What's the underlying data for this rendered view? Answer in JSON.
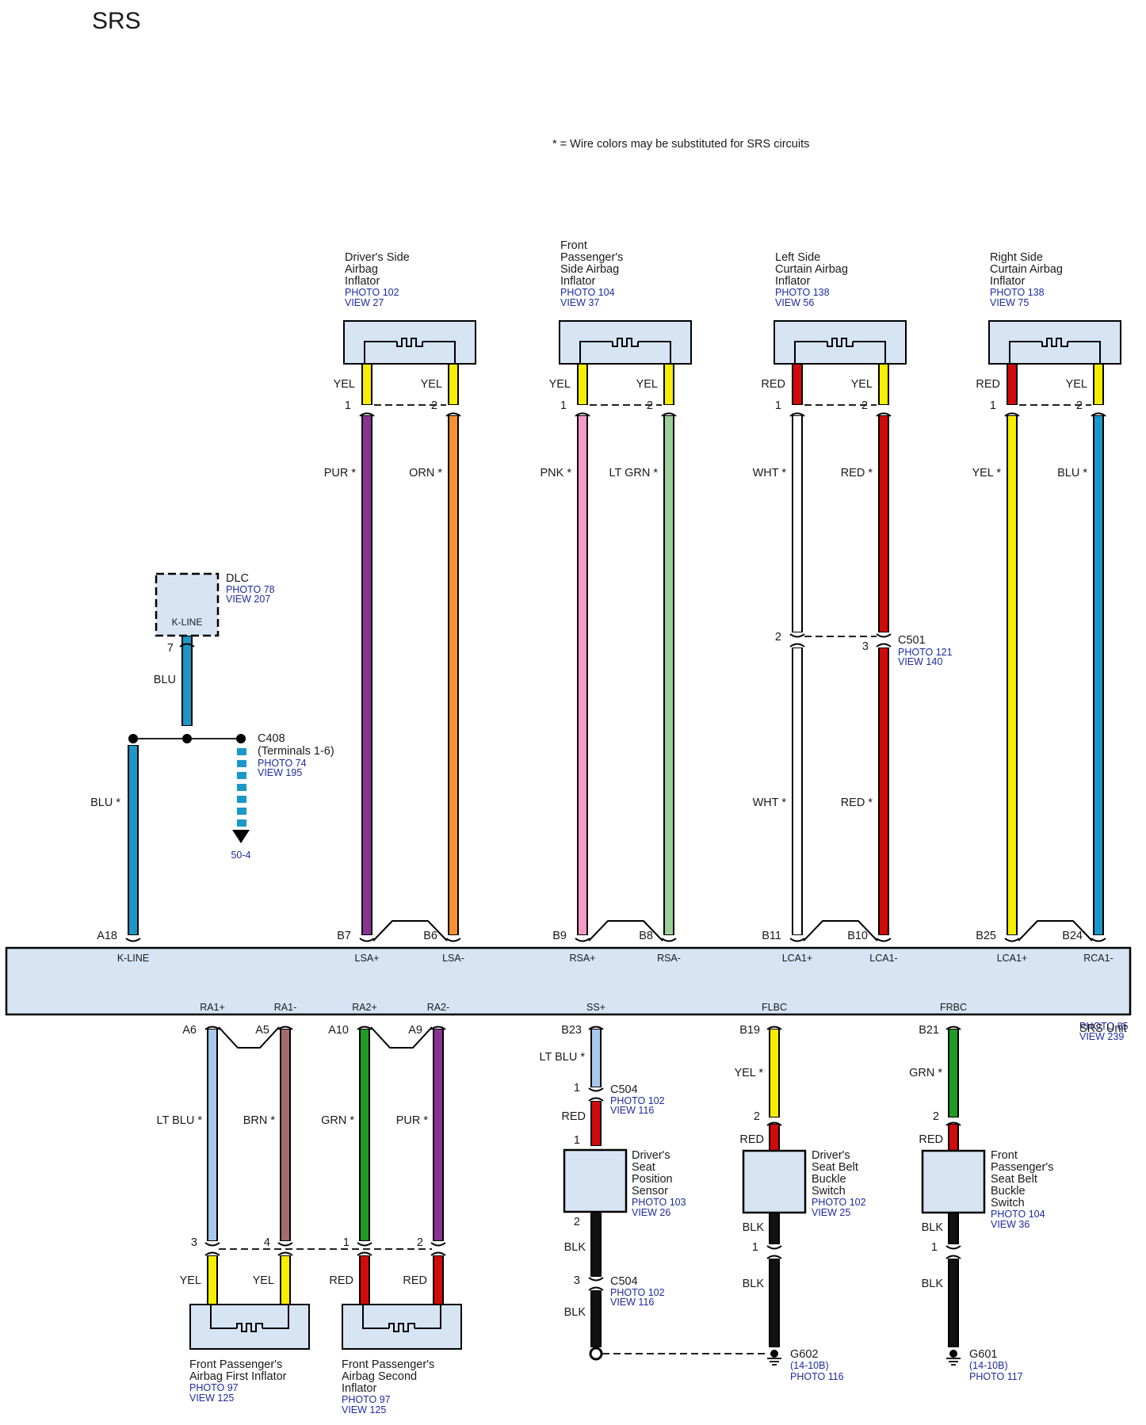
{
  "title": "SRS",
  "note": "* = Wire colors may be substituted for SRS circuits",
  "wire_colors": {
    "YEL": "#f5ee00",
    "RED": "#d10a0a",
    "PUR": "#8a3294",
    "ORN": "#f3922f",
    "PNK": "#f59ac7",
    "LT GRN": "#9cce98",
    "WHT": "#ffffff",
    "BLU": "#1b98c9",
    "LT BLU": "#a6c8ea",
    "BRN": "#a36b6a",
    "GRN": "#1e9b22",
    "BLK": "#111111"
  },
  "components_top": [
    {
      "id": "drv-side-airbag",
      "name": [
        "Driver's Side",
        "Airbag",
        "Inflator"
      ],
      "refs": [
        "PHOTO 102",
        "VIEW 27"
      ],
      "pins": [
        {
          "num": "1",
          "color": "YEL",
          "main": "PUR *",
          "unit_pin": "B7",
          "signal": "LSA+"
        },
        {
          "num": "2",
          "color": "YEL",
          "main": "ORN *",
          "unit_pin": "B6",
          "signal": "LSA-"
        }
      ]
    },
    {
      "id": "pass-side-airbag",
      "name": [
        "Front",
        "Passenger's",
        "Side Airbag",
        "Inflator"
      ],
      "refs": [
        "PHOTO 104",
        "VIEW 37"
      ],
      "pins": [
        {
          "num": "1",
          "color": "YEL",
          "main": "PNK *",
          "unit_pin": "B9",
          "signal": "RSA+"
        },
        {
          "num": "2",
          "color": "YEL",
          "main": "LT GRN *",
          "unit_pin": "B8",
          "signal": "RSA-"
        }
      ]
    },
    {
      "id": "left-curtain",
      "name": [
        "Left Side",
        "Curtain Airbag",
        "Inflator"
      ],
      "refs": [
        "PHOTO 138",
        "VIEW 56"
      ],
      "pins": [
        {
          "num": "1",
          "color": "RED",
          "main": "WHT *",
          "lower": "WHT *",
          "junction": "2",
          "unit_pin": "B11",
          "signal": "LCA1+"
        },
        {
          "num": "2",
          "color": "YEL",
          "main": "RED *",
          "lower": "RED *",
          "junction": "3",
          "unit_pin": "B10",
          "signal": "LCA1-"
        }
      ]
    },
    {
      "id": "right-curtain",
      "name": [
        "Right Side",
        "Curtain Airbag",
        "Inflator"
      ],
      "refs": [
        "PHOTO 138",
        "VIEW 75"
      ],
      "pins": [
        {
          "num": "1",
          "color": "RED",
          "main": "YEL *",
          "unit_pin": "B25",
          "signal": "LCA1+"
        },
        {
          "num": "2",
          "color": "YEL",
          "main": "BLU *",
          "unit_pin": "B24",
          "signal": "RCA1-"
        }
      ]
    }
  ],
  "c501": {
    "name": "C501",
    "refs": [
      "PHOTO 121",
      "VIEW 140"
    ]
  },
  "dlc": {
    "name": "DLC",
    "refs": [
      "PHOTO 78",
      "VIEW 207"
    ],
    "inner": "K-LINE",
    "pin": "7",
    "wire": "BLU"
  },
  "c408": {
    "name": "C408",
    "sub": "(Terminals 1-6)",
    "refs": [
      "PHOTO 74",
      "VIEW 195"
    ],
    "target": "50-4"
  },
  "kline_wire": {
    "label": "BLU *",
    "unit_pin": "A18",
    "signal": "K-LINE"
  },
  "srs_unit": {
    "name": "SRS Unit",
    "refs": [
      "PHOTO 85",
      "VIEW 239"
    ]
  },
  "bottom_inflators": [
    {
      "name": [
        "Front Passenger's",
        "Airbag First Inflator"
      ],
      "refs": [
        "PHOTO 97",
        "VIEW 125"
      ],
      "pins": [
        {
          "signal": "RA1+",
          "unit_pin": "A6",
          "main": "LT BLU *",
          "num": "3",
          "color": "YEL"
        },
        {
          "signal": "RA1-",
          "unit_pin": "A5",
          "main": "BRN *",
          "num": "4",
          "color": "YEL"
        }
      ]
    },
    {
      "name": [
        "Front Passenger's",
        "Airbag Second",
        "Inflator"
      ],
      "refs": [
        "PHOTO 97",
        "VIEW 125"
      ],
      "pins": [
        {
          "signal": "RA2+",
          "unit_pin": "A10",
          "main": "GRN *",
          "num": "1",
          "color": "RED"
        },
        {
          "signal": "RA2-",
          "unit_pin": "A9",
          "main": "PUR *",
          "num": "2",
          "color": "RED"
        }
      ]
    }
  ],
  "seat_sensor": {
    "signal": "SS+",
    "unit_pin": "B23",
    "wire1": "LT BLU *",
    "c504_top": {
      "pin": "1",
      "name": "C504",
      "refs": [
        "PHOTO 102",
        "VIEW 116"
      ]
    },
    "wire2": "RED",
    "sensor_pin_in": "1",
    "name": [
      "Driver's",
      "Seat",
      "Position",
      "Sensor"
    ],
    "refs": [
      "PHOTO 103",
      "VIEW 26"
    ],
    "sensor_pin_out": "2",
    "wire3": "BLK",
    "c504_bottom": {
      "pin": "3",
      "name": "C504",
      "refs": [
        "PHOTO 102",
        "VIEW 116"
      ]
    },
    "wire4": "BLK"
  },
  "driver_buckle": {
    "signal": "FLBC",
    "unit_pin": "B19",
    "wire1": "YEL *",
    "pin_in": "2",
    "wire2": "RED",
    "name": [
      "Driver's",
      "Seat Belt",
      "Buckle",
      "Switch"
    ],
    "refs": [
      "PHOTO 102",
      "VIEW 25"
    ],
    "wire3": "BLK",
    "pin_c": "1",
    "wire4": "BLK",
    "ground": {
      "name": "G602",
      "sub": "(14-10B)",
      "ref": "PHOTO 116"
    }
  },
  "pass_buckle": {
    "signal": "FRBC",
    "unit_pin": "B21",
    "wire1": "GRN *",
    "pin_in": "2",
    "wire2": "RED",
    "name": [
      "Front",
      "Passenger's",
      "Seat Belt",
      "Buckle",
      "Switch"
    ],
    "refs": [
      "PHOTO 104",
      "VIEW 36"
    ],
    "wire3": "BLK",
    "pin_c": "1",
    "wire4": "BLK",
    "ground": {
      "name": "G601",
      "sub": "(14-10B)",
      "ref": "PHOTO 117"
    }
  }
}
